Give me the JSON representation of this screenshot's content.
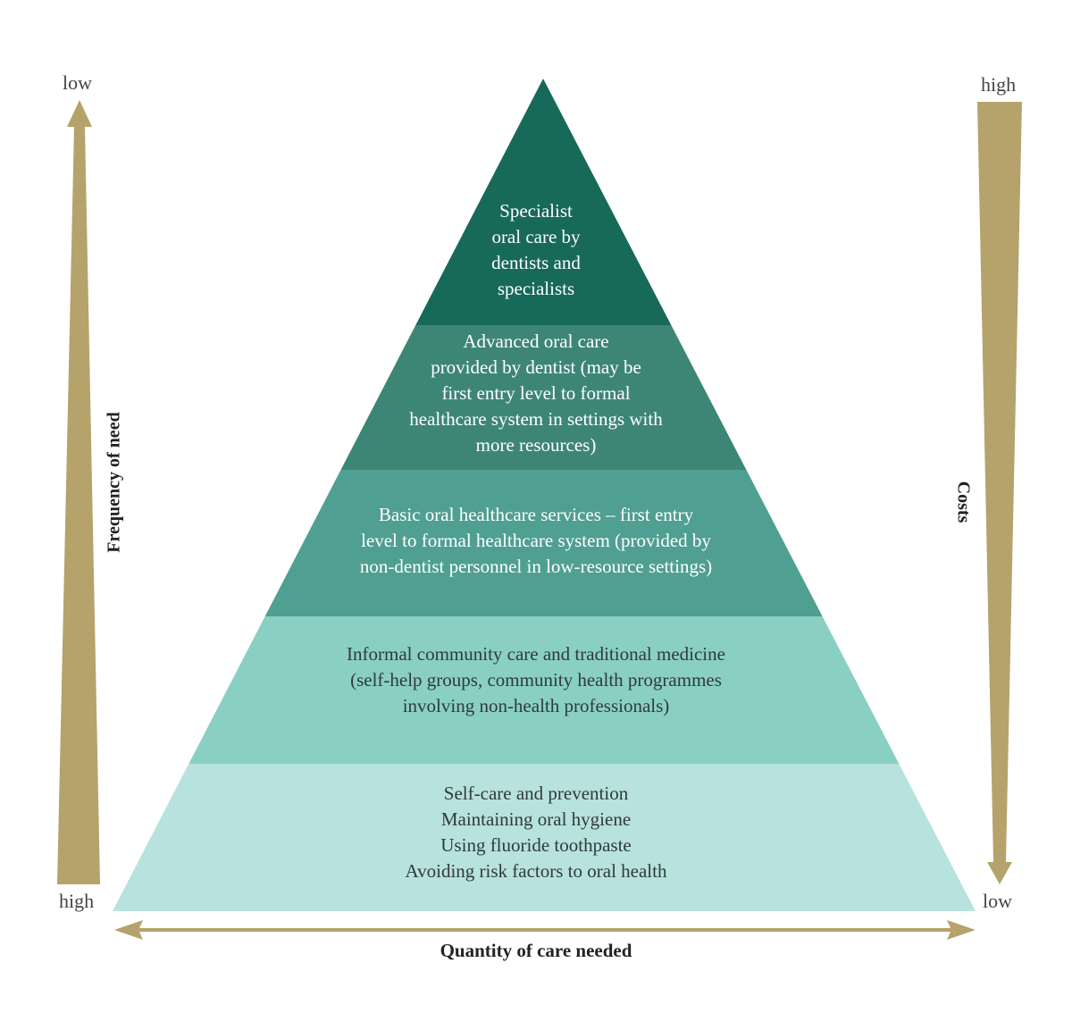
{
  "frequency_axis": {
    "title": "Frequency of need",
    "top_label": "low",
    "bottom_label": "high"
  },
  "cost_axis": {
    "title": "Costs",
    "top_label": "high",
    "bottom_label": "low"
  },
  "quantity_axis": {
    "title": "Quantity of care needed"
  },
  "tiers": [
    {
      "lines": [
        "Specialist",
        "oral care by",
        "dentists and",
        "specialists"
      ],
      "color": "#17695a"
    },
    {
      "lines": [
        "Advanced oral care",
        "provided by dentist (may be",
        "first entry level to formal",
        "healthcare system in settings with",
        "more resources)"
      ],
      "color": "#3d8676"
    },
    {
      "lines": [
        "Basic oral healthcare services – first entry",
        "level to formal healthcare system (provided by",
        "non-dentist personnel in low-resource settings)"
      ],
      "color": "#4f9f92"
    },
    {
      "lines": [
        "Informal community care and traditional medicine",
        "(self-help groups, community health programmes",
        "involving non-health professionals)"
      ],
      "color": "#8acfc4"
    },
    {
      "lines": [
        "Self-care and prevention",
        "Maintaining oral hygiene",
        "Using fluoride toothpaste",
        "Avoiding risk factors to oral health"
      ],
      "color": "#b7e2dd"
    }
  ],
  "arrow_color": "#b5a36b"
}
